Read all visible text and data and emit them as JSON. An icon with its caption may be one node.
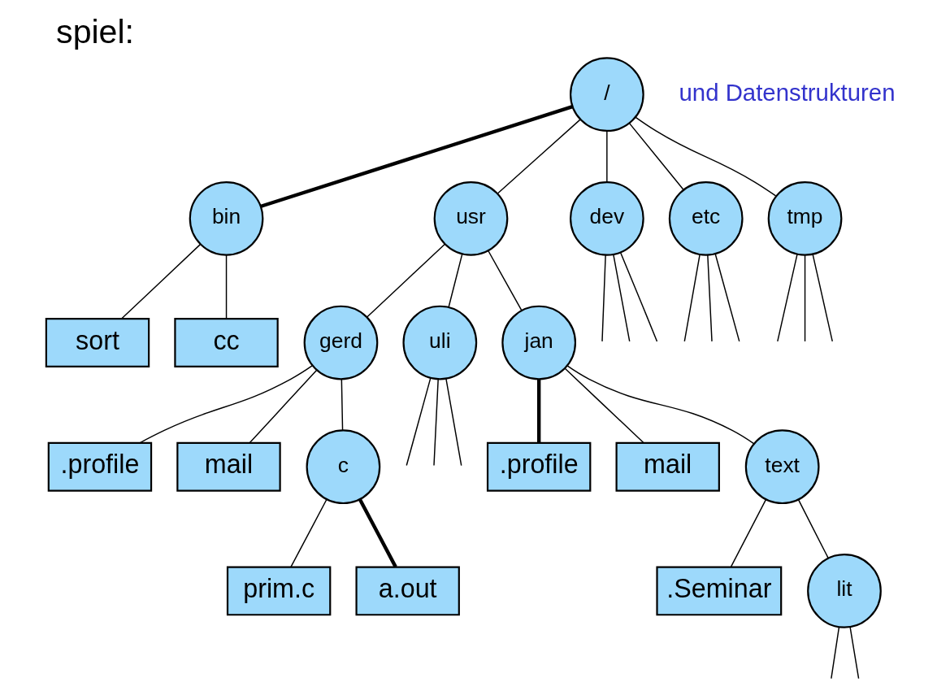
{
  "diagram": {
    "title": "spiel:",
    "nodes": [
      {
        "text": [
          "/"
        ]
      },
      {
        "text": [
          "bin"
        ]
      },
      {
        "text": [
          "usr"
        ]
      },
      {
        "text": [
          "dev"
        ]
      },
      {
        "text": [
          "etc"
        ]
      },
      {
        "text": [
          "tmp"
        ]
      },
      {
        "text": [
          "sort"
        ]
      },
      {
        "text": [
          "cc"
        ]
      },
      {
        "text": [
          "gerd"
        ]
      },
      {
        "text": [
          "uli"
        ]
      },
      {
        "text": [
          "jan"
        ]
      },
      {
        "text": [
          ".profile"
        ]
      },
      {
        "text": [
          "mail"
        ]
      },
      {
        "text": [
          "c"
        ]
      },
      {
        "text": [
          ".profile"
        ]
      },
      {
        "text": [
          "mail"
        ]
      },
      {
        "text": [
          "text"
        ]
      },
      {
        "text": [
          "prim.c"
        ]
      },
      {
        "text": [
          "a.out"
        ]
      },
      {
        "text": [
          ".Seminar"
        ]
      },
      {
        "text": [
          "lit"
        ]
      }
    ],
    "edges": [
      {
        "from": 0,
        "to": 1,
        "arrow": "none",
        "style": "thick"
      },
      {
        "from": 0,
        "to": 2,
        "arrow": "none"
      },
      {
        "from": 0,
        "to": 3,
        "arrow": "none"
      },
      {
        "from": 0,
        "to": 4,
        "arrow": "none"
      },
      {
        "from": 0,
        "to": 5,
        "arrow": "none"
      },
      {
        "from": 1,
        "to": 6,
        "arrow": "none"
      },
      {
        "from": 1,
        "to": 7,
        "arrow": "none"
      },
      {
        "from": 2,
        "to": 8,
        "arrow": "none"
      },
      {
        "from": 2,
        "to": 9,
        "arrow": "none"
      },
      {
        "from": 2,
        "to": 10,
        "arrow": "none"
      },
      {
        "from": 3,
        "to": null,
        "arrow": "none"
      },
      {
        "from": 3,
        "to": null,
        "arrow": "none"
      },
      {
        "from": 3,
        "to": null,
        "arrow": "none"
      },
      {
        "from": 4,
        "to": null,
        "arrow": "none"
      },
      {
        "from": 4,
        "to": null,
        "arrow": "none"
      },
      {
        "from": 4,
        "to": null,
        "arrow": "none"
      },
      {
        "from": 5,
        "to": null,
        "arrow": "none"
      },
      {
        "from": 5,
        "to": null,
        "arrow": "none"
      },
      {
        "from": 5,
        "to": null,
        "arrow": "none"
      },
      {
        "from": 8,
        "to": 11,
        "arrow": "none"
      },
      {
        "from": 8,
        "to": 12,
        "arrow": "none"
      },
      {
        "from": 8,
        "to": 13,
        "arrow": "none"
      },
      {
        "from": 9,
        "to": null,
        "arrow": "none"
      },
      {
        "from": 9,
        "to": null,
        "arrow": "none"
      },
      {
        "from": 9,
        "to": null,
        "arrow": "none"
      },
      {
        "from": 10,
        "to": 14,
        "arrow": "none",
        "style": "thick"
      },
      {
        "from": 10,
        "to": 15,
        "arrow": "none"
      },
      {
        "from": 10,
        "to": 16,
        "arrow": "none"
      },
      {
        "from": 13,
        "to": 17,
        "arrow": "none"
      },
      {
        "from": 13,
        "to": 18,
        "arrow": "none",
        "style": "thick"
      },
      {
        "from": 16,
        "to": 19,
        "arrow": "none"
      },
      {
        "from": 16,
        "to": 20,
        "arrow": "none"
      },
      {
        "from": 20,
        "to": null,
        "arrow": "none"
      },
      {
        "from": 20,
        "to": null,
        "arrow": "none"
      }
    ],
    "labels": [
      "und Datenstrukturen"
    ]
  }
}
